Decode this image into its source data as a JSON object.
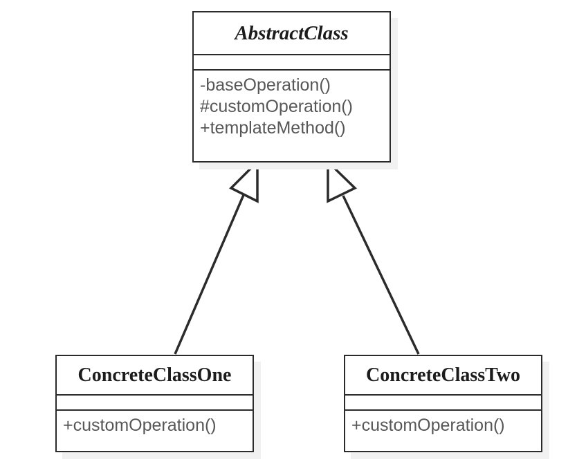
{
  "diagram": {
    "type": "uml-class-diagram",
    "background_color": "#ffffff",
    "line_color": "#2b2b2b",
    "shadow_color": "#f1f1f1",
    "operation_text_color": "#575757",
    "title_text_color": "#1c1c1c",
    "relationship": "generalization"
  },
  "classes": {
    "abstract": {
      "name": "AbstractClass",
      "stereotype_style": "italic",
      "attributes": [],
      "operations": [
        "-baseOperation()",
        "#customOperation()",
        "+templateMethod()"
      ]
    },
    "concrete_one": {
      "name": "ConcreteClassOne",
      "stereotype_style": "bold",
      "attributes": [],
      "operations": [
        "+customOperation()"
      ]
    },
    "concrete_two": {
      "name": "ConcreteClassTwo",
      "stereotype_style": "bold",
      "attributes": [],
      "operations": [
        "+customOperation()"
      ]
    }
  },
  "edges": [
    {
      "name": "generalization-one",
      "from": "ConcreteClassOne",
      "to": "AbstractClass",
      "arrow": "hollow-triangle"
    },
    {
      "name": "generalization-two",
      "from": "ConcreteClassTwo",
      "to": "AbstractClass",
      "arrow": "hollow-triangle"
    }
  ]
}
